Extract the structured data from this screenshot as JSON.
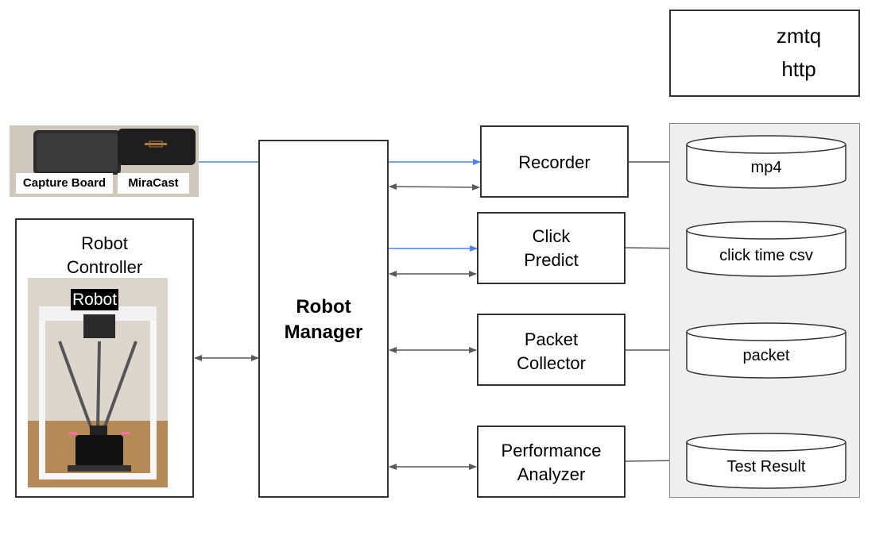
{
  "legend": {
    "items": [
      {
        "label": "zmtq",
        "color": "#4a86e8"
      },
      {
        "label": "http",
        "color": "#595959"
      }
    ]
  },
  "inputs": {
    "capture_board": "Capture Board",
    "miracast": "MiraCast"
  },
  "robot_controller": {
    "title_line1": "Robot",
    "title_line2": "Controller",
    "photo_tag": "Robot"
  },
  "robot_manager": {
    "line1": "Robot",
    "line2": "Manager"
  },
  "modules": [
    {
      "line1": "Recorder",
      "line2": ""
    },
    {
      "line1": "Click",
      "line2": "Predict"
    },
    {
      "line1": "Packet",
      "line2": "Collector"
    },
    {
      "line1": "Performance",
      "line2": "Analyzer"
    }
  ],
  "storage": [
    {
      "label": "mp4"
    },
    {
      "label": "click time csv"
    },
    {
      "label": "packet"
    },
    {
      "label": "Test Result"
    }
  ],
  "colors": {
    "zmtq": "#4a86e8",
    "http": "#595959",
    "storage_bg": "#efefef"
  }
}
